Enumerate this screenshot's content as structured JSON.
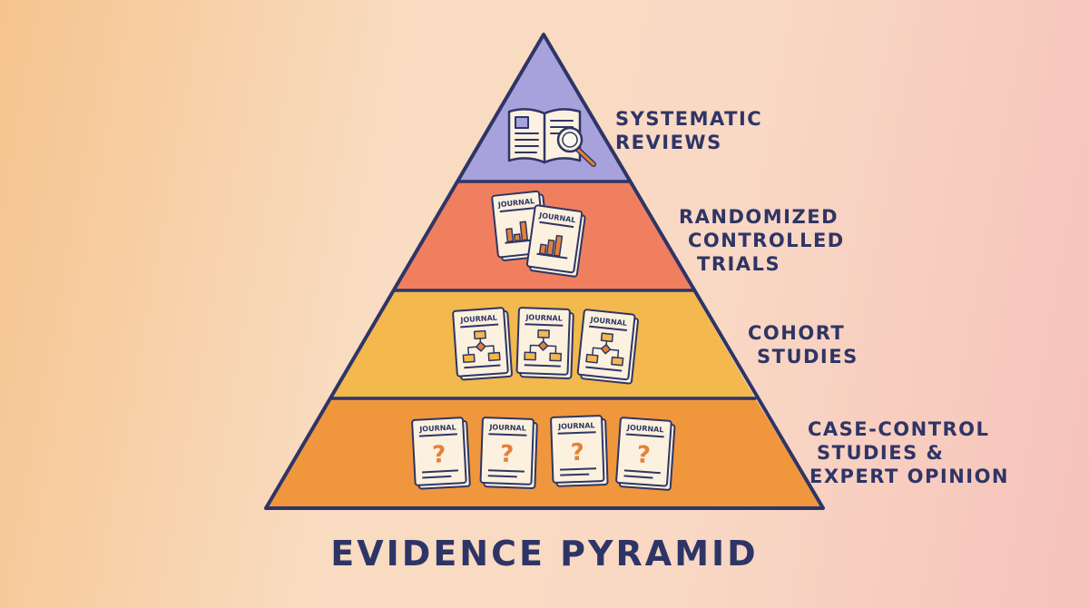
{
  "title": "EVIDENCE PYRAMID",
  "levels": [
    {
      "lines": [
        "SYSTEMATIC",
        "REVIEWS"
      ],
      "color": "#a7a2dc",
      "icon": "book-magnifier-icon"
    },
    {
      "lines": [
        "RANDOMIZED",
        "CONTROLLED",
        "TRIALS"
      ],
      "color": "#f07f5f",
      "icon": "journal-bar-chart-icon"
    },
    {
      "lines": [
        "COHORT",
        "STUDIES"
      ],
      "color": "#f3b84e",
      "icon": "journal-flowchart-icon"
    },
    {
      "lines": [
        "CASE-CONTROL",
        "STUDIES &",
        "EXPERT OPINION"
      ],
      "color": "#f0973d",
      "icon": "journal-question-icon"
    }
  ],
  "journal_label": "JOURNAL",
  "question_mark": "?",
  "colors": {
    "outline": "#2e3566",
    "paper": "#fbf1de",
    "accent": "#e5803a"
  }
}
